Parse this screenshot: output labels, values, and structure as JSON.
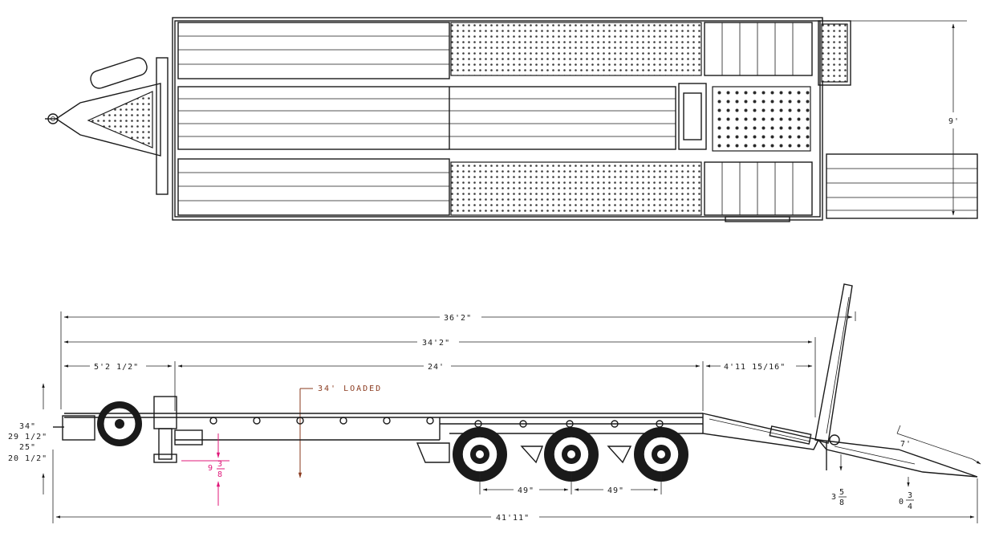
{
  "top_view": {
    "width_label": "9'"
  },
  "side_view": {
    "overall_length_top": "36'2\"",
    "deck_length": "34'2\"",
    "tongue_length": "5'2 1/2\"",
    "main_deck": "24'",
    "beavertail": "4'11 15/16\"",
    "ramp_length": "7'",
    "loaded_height": "34'  LOADED",
    "axle_spacing_1": "49\"",
    "axle_spacing_2": "49\"",
    "overall_length_bottom": "41'11\"",
    "heights": [
      "34\"",
      "29 1/2\"",
      "25\"",
      "20 1/2\""
    ],
    "jack_clearance": {
      "whole": "9",
      "num": "3",
      "den": "8"
    },
    "ramp_drop": {
      "whole": "3",
      "num": "5",
      "den": "8"
    },
    "ramp_tip": {
      "whole": "0",
      "num": "3",
      "den": "4"
    }
  },
  "colors": {
    "line": "#1a1a1a",
    "magenta": "#e0187a",
    "brown": "#8a3a1e"
  }
}
